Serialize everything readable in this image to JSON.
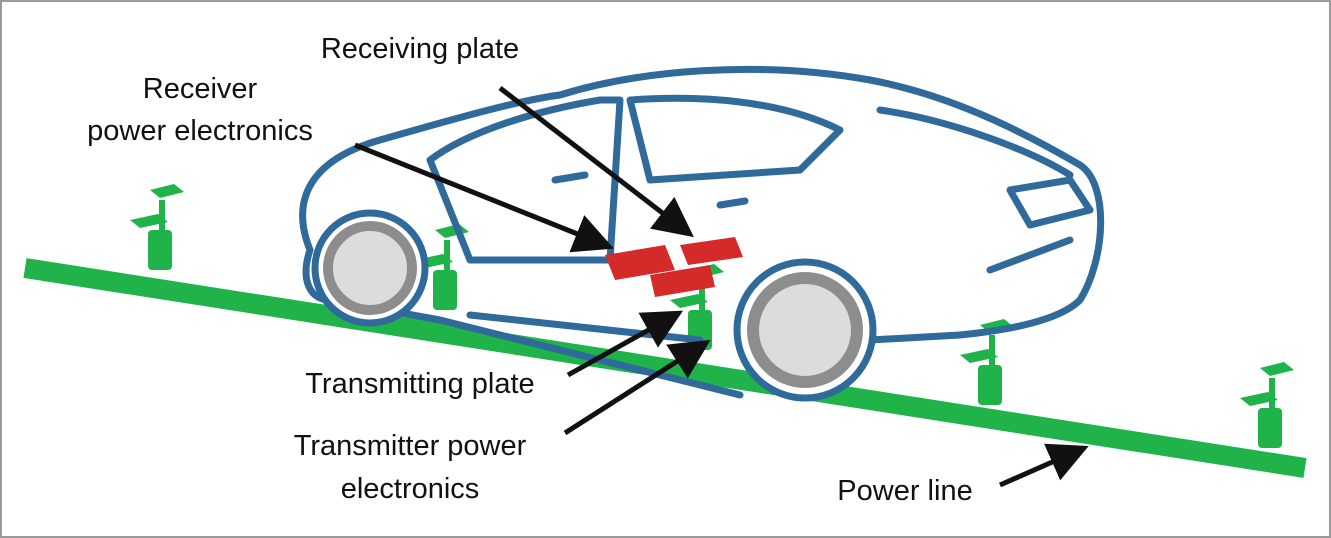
{
  "labels": {
    "receiving_plate": "Receiving plate",
    "receiver_pe_line1": "Receiver",
    "receiver_pe_line2": "power electronics",
    "transmitting_plate": "Transmitting plate",
    "transmitter_pe_line1": "Transmitter power",
    "transmitter_pe_line2": "electronics",
    "power_line": "Power line"
  },
  "colors": {
    "car": "#2f6a9a",
    "power_line": "#1fb34a",
    "receiver": "#d42a2a",
    "wheel": "#8d8d8d",
    "hub": "#dcdcdc"
  }
}
